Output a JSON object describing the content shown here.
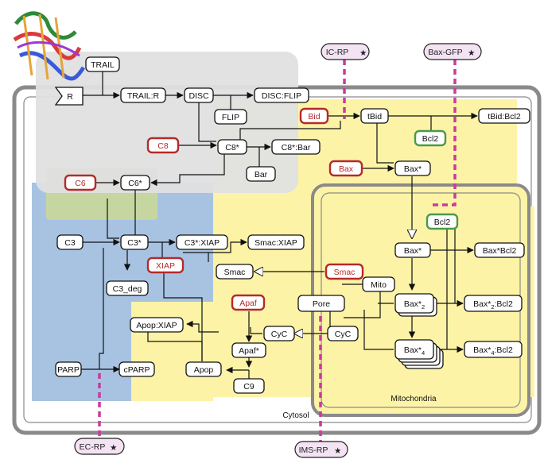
{
  "colors": {
    "disc_region": "#e0e0e0",
    "caspase8_region": "#c6d6a0",
    "caspase3_region": "#a8c3e2",
    "cytosol_yellow": "#fdf3a6",
    "red_border": "#b52a2a",
    "green_border": "#4a9a4a",
    "probe_fill": "#f3e3f3",
    "probe_line": "#c93b9c"
  },
  "icons": {
    "protein_structure": "trail-protein-ribbon-icon",
    "star": "pink-star-icon"
  },
  "region_labels": {
    "cytosol": "Cytosol",
    "mitochondria": "Mitochondria"
  },
  "probes": {
    "ic_rp": "IC-RP",
    "bax_gfp": "Bax-GFP",
    "ec_rp": "EC-RP",
    "ims_rp": "IMS-RP"
  },
  "nodes": {
    "trail": "TRAIL",
    "receptor": "R",
    "trail_r": "TRAIL:R",
    "disc": "DISC",
    "disc_flip": "DISC:FLIP",
    "flip": "FLIP",
    "c8": "C8",
    "c8_star": "C8*",
    "c8_bar": "C8*:Bar",
    "bar": "Bar",
    "bid": "Bid",
    "tbid": "tBid",
    "tbid_bcl2": "tBid:Bcl2",
    "bcl2_top": "Bcl2",
    "bax": "Bax",
    "bax_star": "Bax*",
    "c6": "C6",
    "c6_star": "C6*",
    "c3": "C3",
    "c3_star": "C3*",
    "c3_xiap": "C3*:XIAP",
    "smac_xiap": "Smac:XIAP",
    "xiap": "XIAP",
    "smac_cyto": "Smac",
    "smac_mito": "Smac",
    "c3_deg": "C3_deg",
    "bcl2_mito": "Bcl2",
    "bax_star_mito": "Bax*",
    "bax_star_bcl2": "Bax*Bcl2",
    "mito": "Mito",
    "pore": "Pore",
    "apaf": "Apaf",
    "apaf_star": "Apaf*",
    "cyc_cyto": "CyC",
    "cyc_mito": "CyC",
    "apop_xiap": "Apop:XIAP",
    "parp": "PARP",
    "cparp": "cPARP",
    "apop": "Apop",
    "c9": "C9"
  },
  "subscript_nodes": {
    "bax2": {
      "base": "Bax*",
      "sub": "2"
    },
    "bax4": {
      "base": "Bax*",
      "sub": "4"
    },
    "bax2_bcl2": {
      "base": "Bax*",
      "sub": "2",
      "tail": ":Bcl2"
    },
    "bax4_bcl2": {
      "base": "Bax*",
      "sub": "4",
      "tail": ":Bcl2"
    }
  }
}
